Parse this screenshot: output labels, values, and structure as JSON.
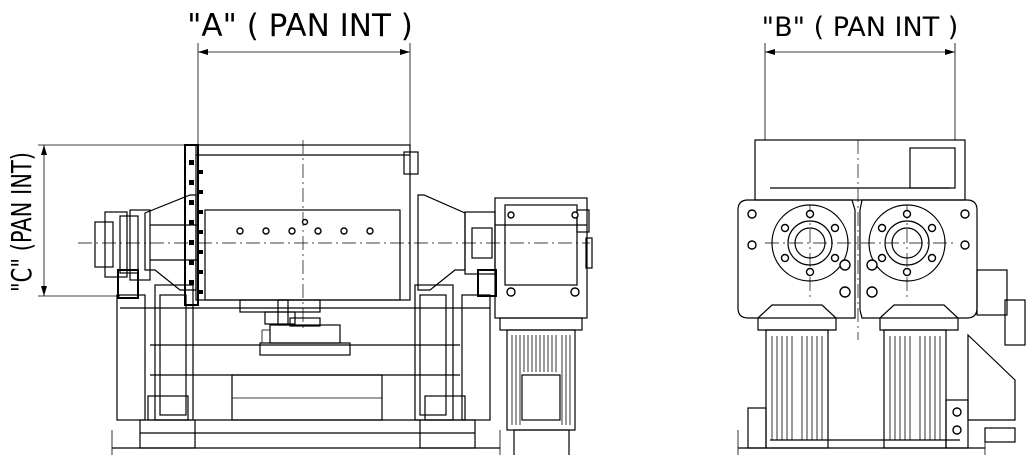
{
  "dimensions": {
    "a": "\"A\" ( PAN INT )",
    "b": "\"B\" ( PAN INT )",
    "c": "\"C\" (PAN INT)"
  }
}
